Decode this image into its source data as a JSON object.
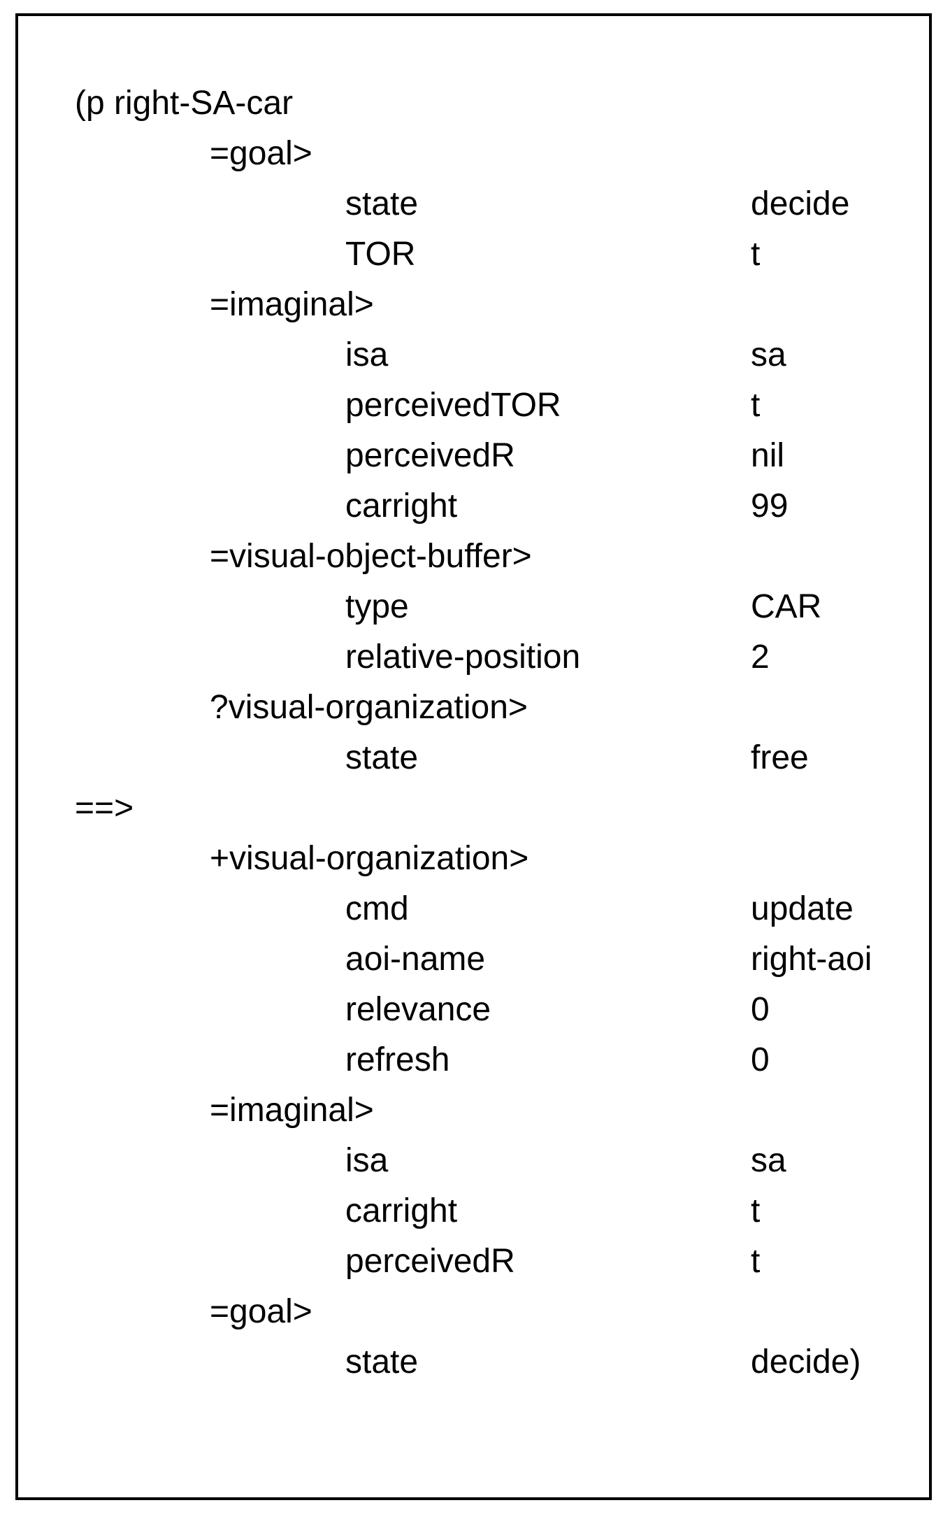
{
  "production": {
    "header": "(p right-SA-car",
    "arrow": "==>",
    "lhs": [
      {
        "buffer": "=goal>",
        "slots": [
          {
            "name": "state",
            "value": "decide"
          },
          {
            "name": "TOR",
            "value": "t"
          }
        ]
      },
      {
        "buffer": "=imaginal>",
        "slots": [
          {
            "name": "isa",
            "value": "sa"
          },
          {
            "name": "perceivedTOR",
            "value": "t"
          },
          {
            "name": "perceivedR",
            "value": "nil"
          },
          {
            "name": "carright",
            "value": "99"
          }
        ]
      },
      {
        "buffer": "=visual-object-buffer>",
        "slots": [
          {
            "name": "type",
            "value": "CAR"
          },
          {
            "name": "relative-position",
            "value": "2"
          }
        ]
      },
      {
        "buffer": "?visual-organization>",
        "slots": [
          {
            "name": "state",
            "value": "free"
          }
        ]
      }
    ],
    "rhs": [
      {
        "buffer": "+visual-organization>",
        "slots": [
          {
            "name": "cmd",
            "value": "update"
          },
          {
            "name": "aoi-name",
            "value": "right-aoi"
          },
          {
            "name": "relevance",
            "value": "0"
          },
          {
            "name": "refresh",
            "value": "0"
          }
        ]
      },
      {
        "buffer": "=imaginal>",
        "slots": [
          {
            "name": "isa",
            "value": "sa"
          },
          {
            "name": "carright",
            "value": "t"
          },
          {
            "name": "perceivedR",
            "value": "t"
          }
        ]
      },
      {
        "buffer": "=goal>",
        "slots": [
          {
            "name": "state",
            "value": "decide)"
          }
        ]
      }
    ]
  }
}
